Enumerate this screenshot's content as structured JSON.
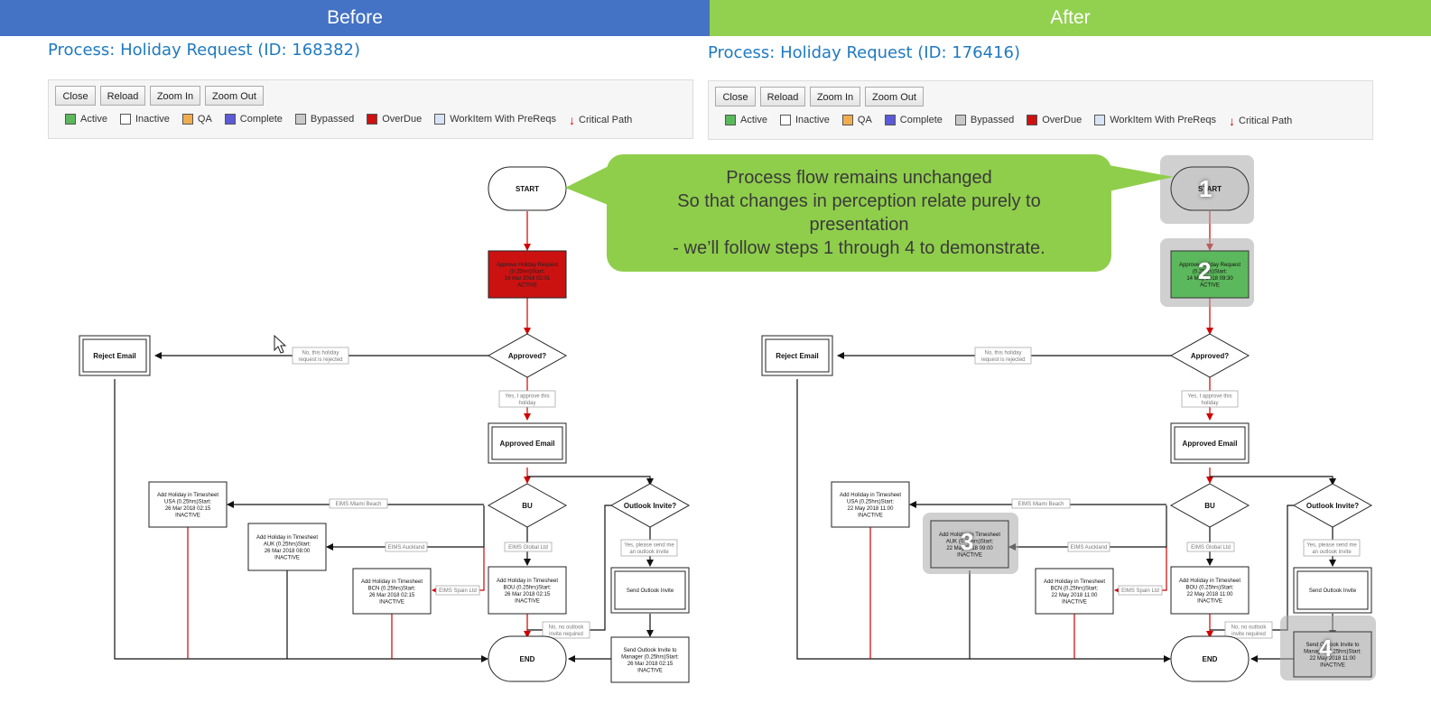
{
  "headers": {
    "before": "Before",
    "after": "After"
  },
  "before": {
    "process_title": "Process: Holiday Request (ID: 168382)",
    "nodes": {
      "start": "START",
      "approve": [
        "Approve Holiday Request",
        "(0.25hrs)Start:",
        "16 Mar 2018 02:01",
        "ACTIVE"
      ],
      "approved_q": "Approved?",
      "reject_email": "Reject Email",
      "approved_email": "Approved Email",
      "bu": "BU",
      "outlook_q": "Outlook Invite?",
      "usa": [
        "Add Holiday in Timesheet",
        "USA (0.25hrs)Start:",
        "26 Mar 2018 02:15",
        "INACTIVE"
      ],
      "auk": [
        "Add Holiday in Timesheet",
        "AUK (0.25hrs)Start:",
        "26 Mar 2018 08:00",
        "INACTIVE"
      ],
      "bcn": [
        "Add Holiday in Timesheet",
        "BCN (0.25hrs)Start:",
        "26 Mar 2018 02:15",
        "INACTIVE"
      ],
      "bou": [
        "Add Holiday in Timesheet",
        "BOU (0.25hrs)Start:",
        "26 Mar 2018 02:15",
        "INACTIVE"
      ],
      "send_outlook": "Send Outlook Invite",
      "send_mgr": [
        "Send Outlook Invite to",
        "Manager (0.25hrs)Start:",
        "26 Mar 2018 02:15",
        "INACTIVE"
      ],
      "end": "END"
    }
  },
  "after": {
    "process_title": "Process: Holiday Request (ID: 176416)",
    "nodes": {
      "start": "START",
      "approve": [
        "Approve Holiday Request",
        "(0.25hrs)Start:",
        "14 May 2018 09:30",
        "ACTIVE"
      ],
      "approved_q": "Approved?",
      "reject_email": "Reject Email",
      "approved_email": "Approved Email",
      "bu": "BU",
      "outlook_q": "Outlook Invite?",
      "usa": [
        "Add Holiday in Timesheet",
        "USA (0.25hrs)Start:",
        "22 May 2018 11:00",
        "INACTIVE"
      ],
      "auk": [
        "Add Holiday in Timesheet",
        "AUK (0.25hrs)Start:",
        "22 May 2018 09:00",
        "INACTIVE"
      ],
      "bcn": [
        "Add Holiday in Timesheet",
        "BCN (0.25hrs)Start:",
        "22 May 2018 11:00",
        "INACTIVE"
      ],
      "bou": [
        "Add Holiday in Timesheet",
        "BOU (0.25hrs)Start:",
        "22 May 2018 11:00",
        "INACTIVE"
      ],
      "send_outlook": "Send Outlook Invite",
      "send_mgr": [
        "Send Outlook Invite to",
        "Manager (0.25hrs)Start:",
        "22 May 2018 11:00",
        "INACTIVE"
      ],
      "end": "END"
    }
  },
  "edge_labels": {
    "rejected": [
      "No, this holiday",
      "request is rejected"
    ],
    "approved": [
      "Yes, I approve this",
      "holiday"
    ],
    "usa": "EIMS Miami Beach",
    "auk": "EIMS Auckland",
    "bcn": "EIMS Spain Ltd",
    "bou": "EIMS Global Ltd",
    "send_invite": [
      "Yes, please send me",
      "an outlook invite"
    ],
    "no_invite": [
      "No, no outlook",
      "invite required"
    ]
  },
  "toolbar": {
    "buttons": [
      "Close",
      "Reload",
      "Zoom In",
      "Zoom Out"
    ]
  },
  "legend": [
    {
      "label": "Active",
      "color": "#5cb85c"
    },
    {
      "label": "Inactive",
      "color": "#ffffff"
    },
    {
      "label": "QA",
      "color": "#f0ad4e"
    },
    {
      "label": "Complete",
      "color": "#5b5bd6"
    },
    {
      "label": "Bypassed",
      "color": "#c8c8c8"
    },
    {
      "label": "OverDue",
      "color": "#cc1111"
    },
    {
      "label": "WorkItem With PreReqs",
      "color": "#d6e4f5"
    },
    {
      "label": "Critical Path",
      "icon": "red-down-arrow-icon"
    }
  ],
  "callout": {
    "lines": [
      "Process flow remains unchanged",
      "So that changes in perception relate purely to",
      "presentation",
      "- we’ll follow steps 1 through 4 to demonstrate."
    ]
  },
  "steps": [
    "1",
    "2",
    "3",
    "4"
  ],
  "colors": {
    "before_header": "#4472c4",
    "after_header": "#92d050",
    "overdue": "#cc1111",
    "active": "#5cb85c",
    "critical_path": "#d00000",
    "title": "#1f7ac0",
    "callout": "#8fce4b"
  }
}
